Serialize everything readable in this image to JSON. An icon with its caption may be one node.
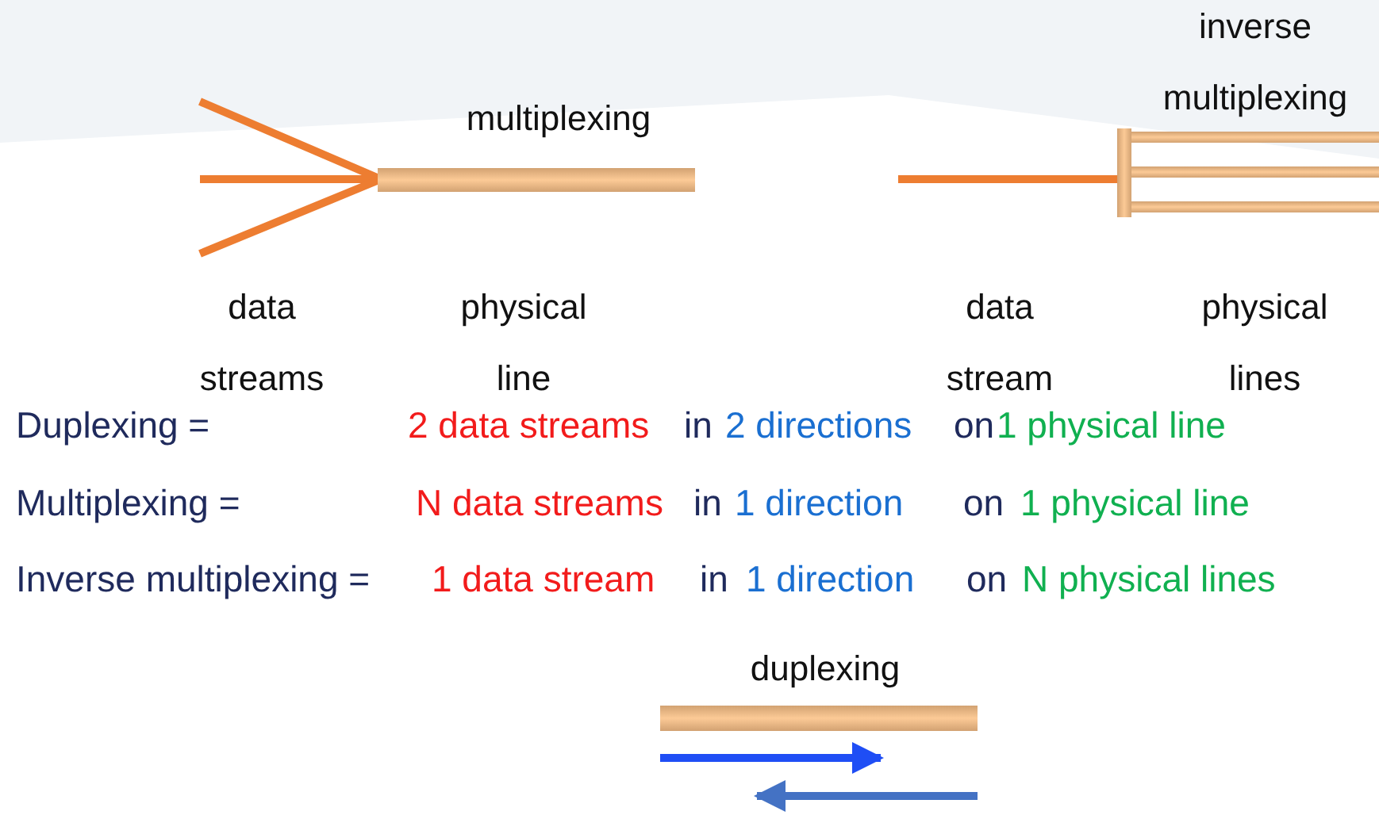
{
  "diagram": {
    "labels": [
      "inverse multiplexing",
      "multiplexing",
      "data streams",
      "physical line",
      "data stream",
      "physical lines",
      "Duplexing =",
      "2 data streams",
      "in",
      "2 directions",
      "on",
      "1 physical line",
      "Multiplexing =",
      "N data streams",
      "in",
      "1 direction",
      "on",
      "1 physical line",
      "Inverse multiplexing =",
      "1 data stream",
      "in",
      "1 direction",
      "on",
      "N physical lines",
      "duplexing"
    ]
  }
}
